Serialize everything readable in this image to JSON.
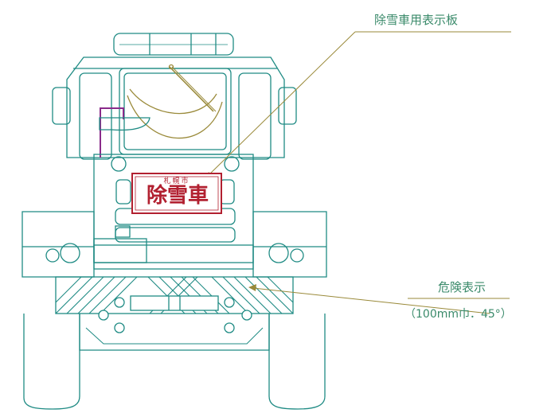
{
  "labels": {
    "sign_callout": "除雪車用表示板",
    "hazard_callout": "危険表示",
    "hazard_detail": "（100mm巾．45°）"
  },
  "plate": {
    "city": "札幌市",
    "title": "除雪車"
  },
  "colors": {
    "truck_line": "#1f8b84",
    "leader_line": "#9a8a3a",
    "label_text": "#3a8a6a",
    "plate_red": "#b22030",
    "mirror_bracket": "#8a2a8a"
  }
}
